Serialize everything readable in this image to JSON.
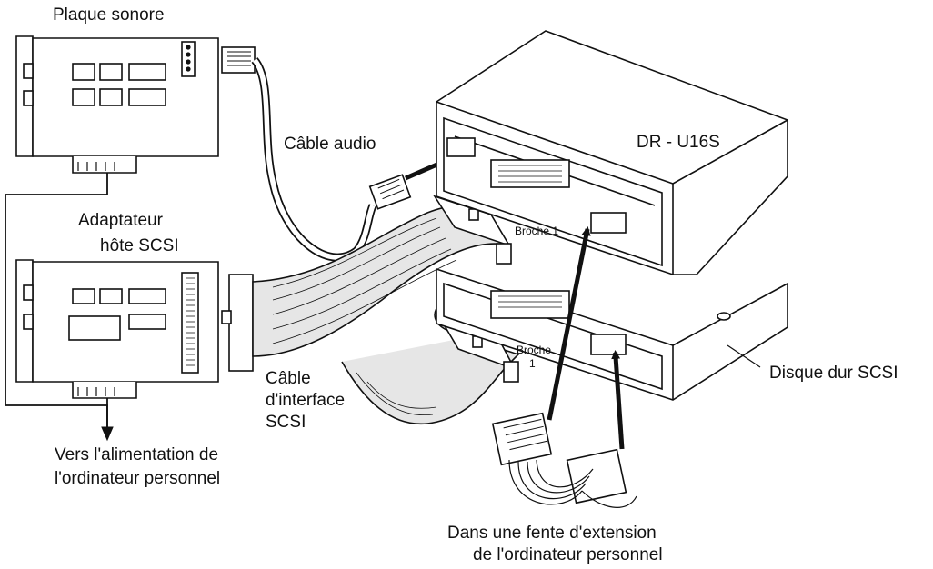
{
  "colors": {
    "line": "#111111",
    "fill": "#ffffff",
    "shade": "#e6e6e6",
    "text": "#111111"
  },
  "labels": {
    "sound_card": "Plaque sonore",
    "audio_cable": "Câble audio",
    "drive_model": "DR - U16S",
    "scsi_host_line1": "Adaptateur",
    "scsi_host_line2": "hôte SCSI",
    "pin1_top": "Broche 1",
    "pin1_bottom_line1": "Broche",
    "pin1_bottom_line2": "1",
    "scsi_cable_line1": "Câble",
    "scsi_cable_line2": "d'interface",
    "scsi_cable_line3": "SCSI",
    "hard_disk": "Disque dur SCSI",
    "power_line1": "Vers l'alimentation de",
    "power_line2": "l'ordinateur personnel",
    "slot_line1": "Dans une fente d'extension",
    "slot_line2": "de l'ordinateur personnel"
  }
}
